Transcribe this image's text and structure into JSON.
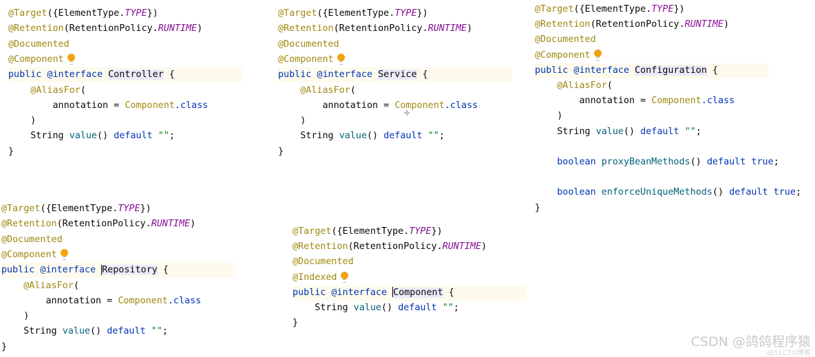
{
  "blocks": [
    {
      "name": "controller",
      "lines": [
        [
          {
            "t": "@Target",
            "c": "ann"
          },
          {
            "t": "({ElementType."
          },
          {
            "t": "TYPE",
            "c": "it"
          },
          {
            "t": "})"
          }
        ],
        [
          {
            "t": "@Retention",
            "c": "ann"
          },
          {
            "t": "(RetentionPolicy."
          },
          {
            "t": "RUNTIME",
            "c": "it"
          },
          {
            "t": ")"
          }
        ],
        [
          {
            "t": "@Documented",
            "c": "ann"
          }
        ],
        [
          {
            "t": "@Component",
            "c": "ann",
            "bulb": true
          }
        ],
        [
          {
            "t": "public @interface ",
            "c": "kw"
          },
          {
            "t": "Controller",
            "c": "name"
          },
          {
            "t": " {"
          }
        ],
        [
          {
            "t": "    "
          },
          {
            "t": "@AliasFor",
            "c": "ann"
          },
          {
            "t": "("
          }
        ],
        [
          {
            "t": "        annotation = "
          },
          {
            "t": "Component",
            "c": "ref"
          },
          {
            "t": ".class",
            "c": "kw"
          }
        ],
        [
          {
            "t": "    )"
          }
        ],
        [
          {
            "t": "    String "
          },
          {
            "t": "value",
            "c": "fn"
          },
          {
            "t": "() "
          },
          {
            "t": "default",
            "c": "kw"
          },
          {
            "t": " "
          },
          {
            "t": "\"\"",
            "c": "str"
          },
          {
            "t": ";"
          }
        ],
        [
          {
            "t": "}"
          }
        ]
      ]
    },
    {
      "name": "service",
      "lines": [
        [
          {
            "t": "@Target",
            "c": "ann"
          },
          {
            "t": "({ElementType."
          },
          {
            "t": "TYPE",
            "c": "it"
          },
          {
            "t": "})"
          }
        ],
        [
          {
            "t": "@Retention",
            "c": "ann"
          },
          {
            "t": "(RetentionPolicy."
          },
          {
            "t": "RUNTIME",
            "c": "it"
          },
          {
            "t": ")"
          }
        ],
        [
          {
            "t": "@Documented",
            "c": "ann"
          }
        ],
        [
          {
            "t": "@Component",
            "c": "ann",
            "bulb": true
          }
        ],
        [
          {
            "t": "public @interface ",
            "c": "kw"
          },
          {
            "t": "Service",
            "c": "name"
          },
          {
            "t": " {"
          }
        ],
        [
          {
            "t": "    "
          },
          {
            "t": "@AliasFor",
            "c": "ann"
          },
          {
            "t": "("
          }
        ],
        [
          {
            "t": "        annotation = "
          },
          {
            "t": "Component",
            "c": "ref"
          },
          {
            "t": ".class",
            "c": "kw"
          }
        ],
        [
          {
            "t": "    )"
          }
        ],
        [
          {
            "t": "    String "
          },
          {
            "t": "value",
            "c": "fn"
          },
          {
            "t": "() "
          },
          {
            "t": "default",
            "c": "kw"
          },
          {
            "t": " "
          },
          {
            "t": "\"\"",
            "c": "str"
          },
          {
            "t": ";"
          }
        ],
        [
          {
            "t": "}"
          }
        ]
      ]
    },
    {
      "name": "configuration",
      "lines": [
        [
          {
            "t": "@Target",
            "c": "ann"
          },
          {
            "t": "({ElementType."
          },
          {
            "t": "TYPE",
            "c": "it"
          },
          {
            "t": "})"
          }
        ],
        [
          {
            "t": "@Retention",
            "c": "ann"
          },
          {
            "t": "(RetentionPolicy."
          },
          {
            "t": "RUNTIME",
            "c": "it"
          },
          {
            "t": ")"
          }
        ],
        [
          {
            "t": "@Documented",
            "c": "ann"
          }
        ],
        [
          {
            "t": "@Component",
            "c": "ann",
            "bulb": true
          }
        ],
        [
          {
            "t": "public @interface ",
            "c": "kw"
          },
          {
            "t": "Configuration",
            "c": "name"
          },
          {
            "t": " {"
          }
        ],
        [
          {
            "t": "    "
          },
          {
            "t": "@AliasFor",
            "c": "ann"
          },
          {
            "t": "("
          }
        ],
        [
          {
            "t": "        annotation = "
          },
          {
            "t": "Component",
            "c": "ref"
          },
          {
            "t": ".class",
            "c": "kw"
          }
        ],
        [
          {
            "t": "    )"
          }
        ],
        [
          {
            "t": "    String "
          },
          {
            "t": "value",
            "c": "fn"
          },
          {
            "t": "() "
          },
          {
            "t": "default",
            "c": "kw"
          },
          {
            "t": " "
          },
          {
            "t": "\"\"",
            "c": "str"
          },
          {
            "t": ";"
          }
        ],
        [],
        [
          {
            "t": "    "
          },
          {
            "t": "boolean ",
            "c": "kw"
          },
          {
            "t": "proxyBeanMethods",
            "c": "fn"
          },
          {
            "t": "() "
          },
          {
            "t": "default true",
            "c": "kw"
          },
          {
            "t": ";"
          }
        ],
        [],
        [
          {
            "t": "    "
          },
          {
            "t": "boolean ",
            "c": "kw"
          },
          {
            "t": "enforceUniqueMethods",
            "c": "fn"
          },
          {
            "t": "() "
          },
          {
            "t": "default true",
            "c": "kw"
          },
          {
            "t": ";"
          }
        ],
        [
          {
            "t": "}"
          }
        ]
      ]
    },
    {
      "name": "repository",
      "lines": [
        [
          {
            "t": "@Target",
            "c": "ann"
          },
          {
            "t": "({ElementType."
          },
          {
            "t": "TYPE",
            "c": "it"
          },
          {
            "t": "})"
          }
        ],
        [
          {
            "t": "@Retention",
            "c": "ann"
          },
          {
            "t": "(RetentionPolicy."
          },
          {
            "t": "RUNTIME",
            "c": "it"
          },
          {
            "t": ")"
          }
        ],
        [
          {
            "t": "@Documented",
            "c": "ann"
          }
        ],
        [
          {
            "t": "@Component",
            "c": "ann",
            "bulb": true
          }
        ],
        [
          {
            "t": "public @interface ",
            "c": "kw"
          },
          {
            "t": "Repository",
            "c": "name",
            "caret": true
          },
          {
            "t": " {"
          }
        ],
        [
          {
            "t": "    "
          },
          {
            "t": "@AliasFor",
            "c": "ann"
          },
          {
            "t": "("
          }
        ],
        [
          {
            "t": "        annotation = "
          },
          {
            "t": "Component",
            "c": "ref"
          },
          {
            "t": ".class",
            "c": "kw"
          }
        ],
        [
          {
            "t": "    )"
          }
        ],
        [
          {
            "t": "    String "
          },
          {
            "t": "value",
            "c": "fn"
          },
          {
            "t": "() "
          },
          {
            "t": "default",
            "c": "kw"
          },
          {
            "t": " "
          },
          {
            "t": "\"\"",
            "c": "str"
          },
          {
            "t": ";"
          }
        ],
        [
          {
            "t": "}"
          }
        ]
      ]
    },
    {
      "name": "component",
      "lines": [
        [
          {
            "t": "@Target",
            "c": "ann"
          },
          {
            "t": "({ElementType."
          },
          {
            "t": "TYPE",
            "c": "it"
          },
          {
            "t": "})"
          }
        ],
        [
          {
            "t": "@Retention",
            "c": "ann"
          },
          {
            "t": "(RetentionPolicy."
          },
          {
            "t": "RUNTIME",
            "c": "it"
          },
          {
            "t": ")"
          }
        ],
        [
          {
            "t": "@Documented",
            "c": "ann"
          }
        ],
        [
          {
            "t": "@Indexed",
            "c": "ann",
            "bulb": true
          }
        ],
        [
          {
            "t": "public @interface ",
            "c": "kw"
          },
          {
            "t": "Component",
            "c": "name",
            "caret": true
          },
          {
            "t": " {"
          }
        ],
        [
          {
            "t": "    String "
          },
          {
            "t": "value",
            "c": "fn"
          },
          {
            "t": "() "
          },
          {
            "t": "default",
            "c": "kw"
          },
          {
            "t": " "
          },
          {
            "t": "\"\"",
            "c": "str"
          },
          {
            "t": ";"
          }
        ],
        [
          {
            "t": "}"
          }
        ]
      ]
    }
  ],
  "watermark": "CSDN @鸽鸽程序猿",
  "watermark_small": "@51CTO博客"
}
